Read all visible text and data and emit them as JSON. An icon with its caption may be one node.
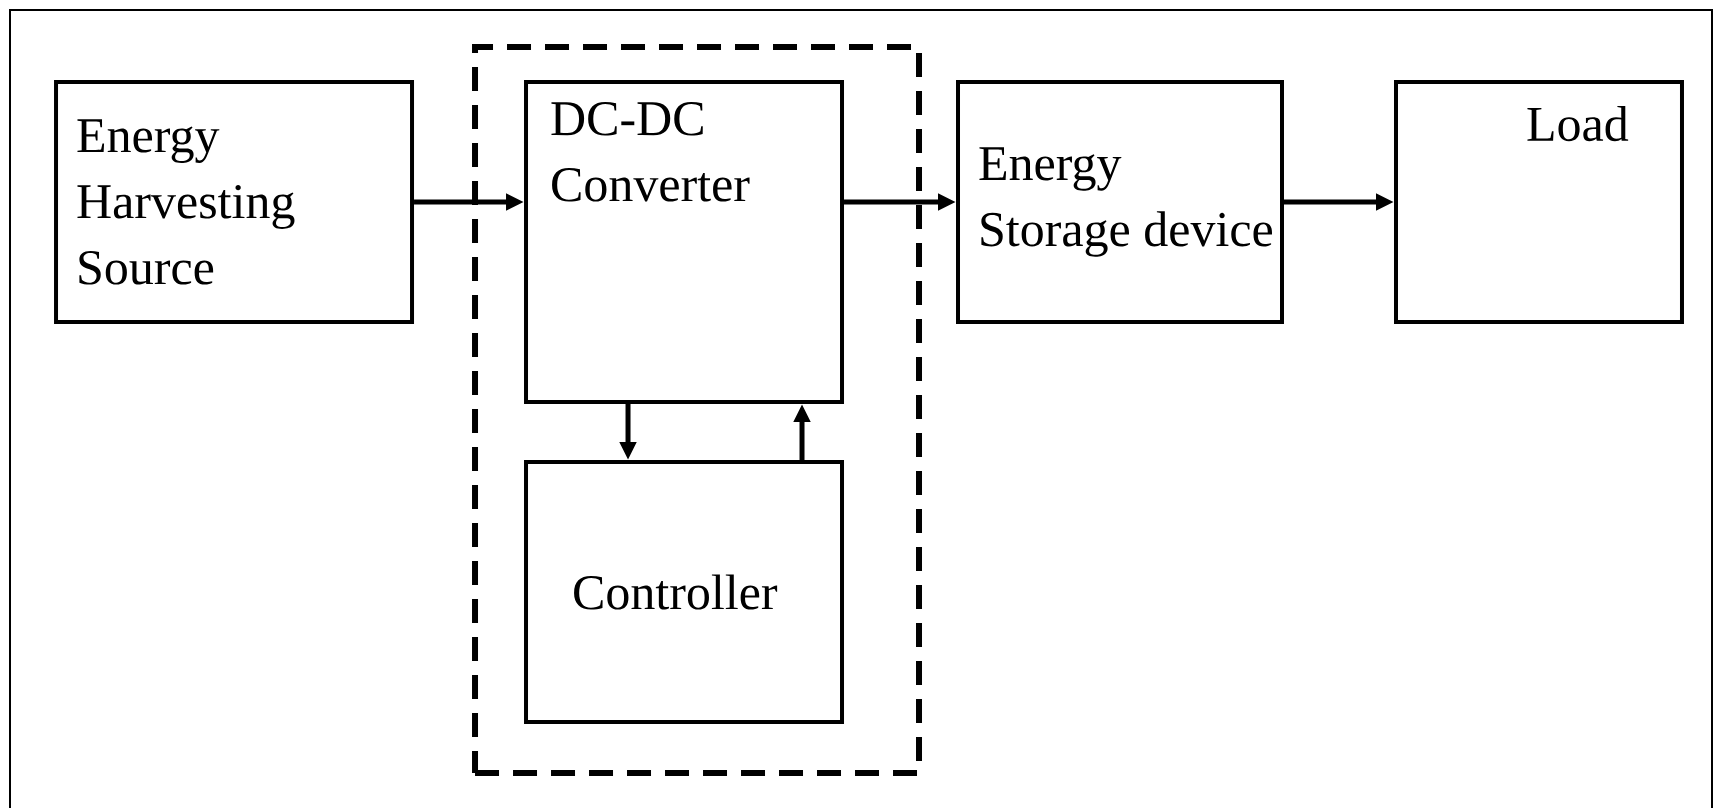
{
  "diagram": {
    "nodes": [
      {
        "text": [
          "Energy Harvesting Source"
        ]
      },
      {
        "text": [],
        "shape": "box"
      },
      {
        "text": [
          "DC-DC Converter"
        ],
        "in": 1
      },
      {
        "text": [
          "Controller"
        ],
        "in": 1
      },
      {
        "text": [
          "Energy Storage device"
        ]
      },
      {
        "text": [
          "Load"
        ]
      }
    ],
    "edges": [
      {
        "from": 0,
        "to": 2,
        "arrow": "to"
      },
      {
        "from": 2,
        "to": 3,
        "arrow": "to"
      },
      {
        "from": 3,
        "to": 2,
        "arrow": "to"
      },
      {
        "from": 2,
        "to": 4,
        "arrow": "to"
      },
      {
        "from": 4,
        "to": 5,
        "arrow": "to"
      }
    ]
  }
}
